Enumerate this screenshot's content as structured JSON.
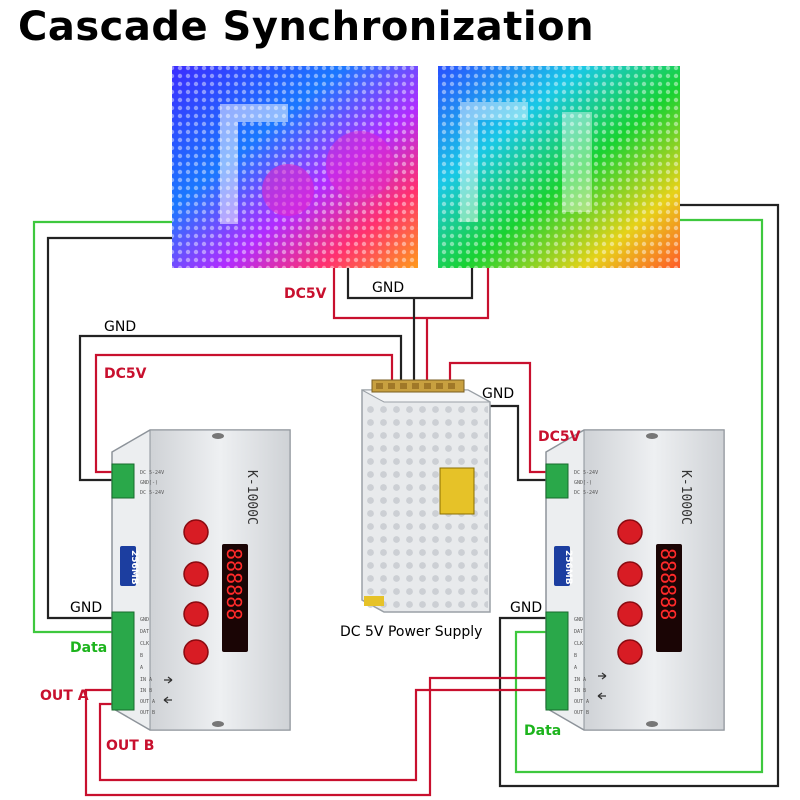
{
  "title": "Cascade Synchronization",
  "labels": {
    "gnd": "GND",
    "dc5v": "DC5V",
    "data": "Data",
    "out_a": "OUT A",
    "out_b": "OUT B",
    "power_supply": "DC 5V Power Supply"
  },
  "controller": {
    "model": "K-1000C",
    "sd_card": "256MB",
    "display": "888888",
    "pins": [
      "GND",
      "DAT",
      "CLK",
      "B",
      "A",
      "IN A",
      "IN B",
      "OUT A",
      "OUT B"
    ],
    "power_pins": [
      "DC 5-24V",
      "GND(-)",
      "DC 5-24V"
    ]
  },
  "colors": {
    "wire_red": "#c8102e",
    "wire_black": "#222222",
    "wire_green": "#3ec83e",
    "led_blue": "#1e3cff",
    "led_green": "#19c832",
    "led_magenta": "#e628c8"
  }
}
